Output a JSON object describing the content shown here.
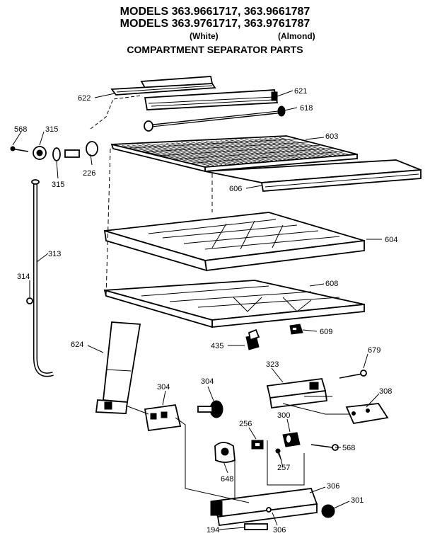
{
  "titles": {
    "line1": "MODELS 363.9661717, 363.9661787",
    "line2": "MODELS 363.9761717, 363.9761787",
    "white": "(White)",
    "almond": "(Almond)",
    "line4": "COMPARTMENT SEPARATOR PARTS"
  },
  "parts": {
    "p622": "622",
    "p621": "621",
    "p618": "618",
    "p568a": "568",
    "p315a": "315",
    "p315b": "315",
    "p226": "226",
    "p603": "603",
    "p606": "606",
    "p604": "604",
    "p313": "313",
    "p314": "314",
    "p608": "608",
    "p609": "609",
    "p435": "435",
    "p624": "624",
    "p679": "679",
    "p323": "323",
    "p308": "308",
    "p304a": "304",
    "p304b": "304",
    "p300": "300",
    "p256": "256",
    "p568b": "568",
    "p257": "257",
    "p648": "648",
    "p306a": "306",
    "p301": "301",
    "p194": "194",
    "p306b": "306"
  }
}
